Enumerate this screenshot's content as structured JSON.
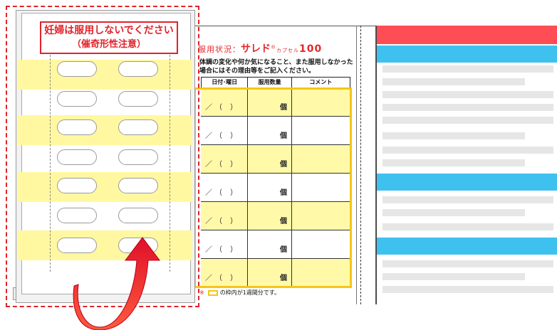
{
  "card": {
    "warning_line1": "妊婦は服用しないでください",
    "warning_line2": "（催奇形性注意）",
    "colors": {
      "warning": "#e0232b",
      "highlight": "#fff8a0"
    }
  },
  "record_sheet": {
    "status_prefix": "服用状況：",
    "product_name": "サレド",
    "registered_mark": "®",
    "dosage_form": "カプセル",
    "strength": "100",
    "instruction": "体調の変化や何か気になること、また服用しなかった場合にはその理由等をご記入ください。",
    "columns": [
      "日付･曜日",
      "服用数量",
      "コメント"
    ],
    "rows": [
      {
        "date": "／（ ）",
        "unit": "個",
        "comment": ""
      },
      {
        "date": "／（ ）",
        "unit": "個",
        "comment": ""
      },
      {
        "date": "／（ ）",
        "unit": "個",
        "comment": ""
      },
      {
        "date": "／（ ）",
        "unit": "個",
        "comment": ""
      },
      {
        "date": "／（ ）",
        "unit": "個",
        "comment": ""
      },
      {
        "date": "／（ ）",
        "unit": "個",
        "comment": ""
      },
      {
        "date": "／（ ）",
        "unit": "個",
        "comment": ""
      }
    ],
    "note_mark": "※",
    "note_text": "の枠内が1週間分です。",
    "colors": {
      "accent": "#e8262b",
      "frame": "#f5c518"
    }
  },
  "guide_sheet": {
    "colors": {
      "header": "#ff4d55",
      "section": "#3fc1f0",
      "text_placeholder": "#e6e6e6"
    }
  }
}
